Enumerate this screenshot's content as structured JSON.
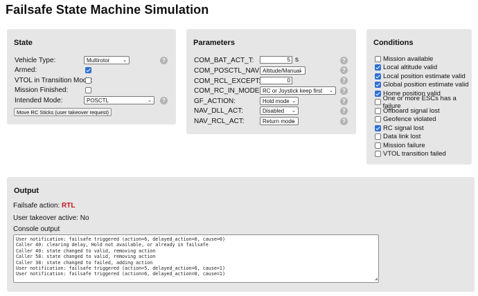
{
  "title": "Failsafe State Machine Simulation",
  "state": {
    "heading": "State",
    "vehicle_type_label": "Vehicle Type:",
    "vehicle_type_value": "Multirotor",
    "armed_label": "Armed:",
    "armed_checked": true,
    "vtol_label": "VTOL in Transition Mode:",
    "vtol_checked": false,
    "mission_finished_label": "Mission Finished:",
    "mission_finished_checked": false,
    "intended_mode_label": "Intended Mode:",
    "intended_mode_value": "POSCTL",
    "move_sticks_button": "Move RC Sticks (user takeover request)",
    "help_glyph": "?"
  },
  "parameters": {
    "heading": "Parameters",
    "bat_act_t_label": "COM_BAT_ACT_T:",
    "bat_act_t_value": "5",
    "bat_act_t_unit": "s",
    "posctl_navl_label": "COM_POSCTL_NAVL:",
    "posctl_navl_value": "Altitude/Manual",
    "rcl_except_label": "COM_RCL_EXCEPT:",
    "rcl_except_value": "0",
    "rc_in_mode_label": "COM_RC_IN_MODE:",
    "rc_in_mode_value": "RC or Joystick keep first",
    "gf_action_label": "GF_ACTION:",
    "gf_action_value": "Hold mode",
    "nav_dll_act_label": "NAV_DLL_ACT:",
    "nav_dll_act_value": "Disabled",
    "nav_rcl_act_label": "NAV_RCL_ACT:",
    "nav_rcl_act_value": "Return mode"
  },
  "conditions": {
    "heading": "Conditions",
    "items": [
      {
        "label": "Mission available",
        "checked": false
      },
      {
        "label": "Local altitude valid",
        "checked": true
      },
      {
        "label": "Local position estimate valid",
        "checked": true
      },
      {
        "label": "Global position estimate valid",
        "checked": true
      },
      {
        "label": "Home position valid",
        "checked": true
      },
      {
        "label": "One or more ESCs has a failure",
        "checked": false
      },
      {
        "label": "Offboard signal lost",
        "checked": false
      },
      {
        "label": "Geofence violated",
        "checked": false
      },
      {
        "label": "RC signal lost",
        "checked": true
      },
      {
        "label": "Data link lost",
        "checked": false
      },
      {
        "label": "Mission failure",
        "checked": false
      },
      {
        "label": "VTOL transition failed",
        "checked": false
      }
    ]
  },
  "output": {
    "heading": "Output",
    "failsafe_action_label": "Failsafe action:",
    "failsafe_action_value": "RTL",
    "failsafe_action_color": "#c0141e",
    "user_takeover_label": "User takeover active:",
    "user_takeover_value": "No",
    "console_label": "Console output",
    "console_lines": [
      "User notification: failsafe triggered (action=6, delayed_action=0, cause=0)",
      "Caller 40: clearing delay, Hold not available, or already in failsafe",
      "Caller 40: state changed to valid, removing action",
      "Caller 58: state changed to valid, removing action",
      "Caller 38: state changed to failed, adding action",
      "User notification: failsafe triggered (action=5, delayed_action=6, cause=1)",
      "User notification: failsafe triggered (action=6, delayed_action=0, cause=1)"
    ]
  },
  "colors": {
    "panel_bg": "#e6e6e6",
    "checkbox_on": "#2f6fd6",
    "help_icon": "#b3b3b3"
  }
}
